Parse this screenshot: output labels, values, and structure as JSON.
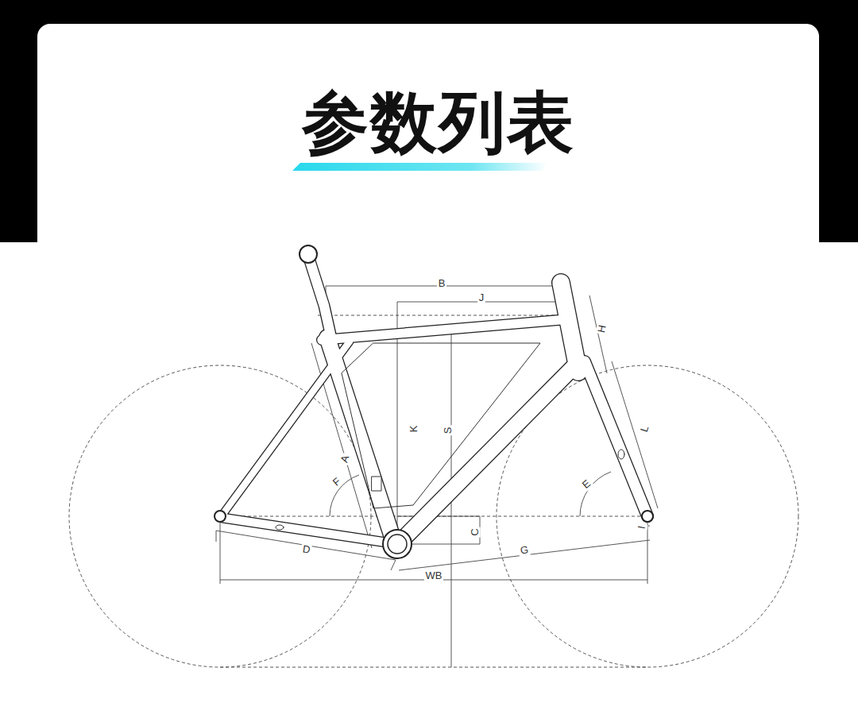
{
  "diagram": {
    "title": "参数列表",
    "labels": [
      "B",
      "J",
      "H",
      "K",
      "S",
      "A",
      "F",
      "E",
      "L",
      "C",
      "D",
      "G",
      "I",
      "WB"
    ]
  }
}
